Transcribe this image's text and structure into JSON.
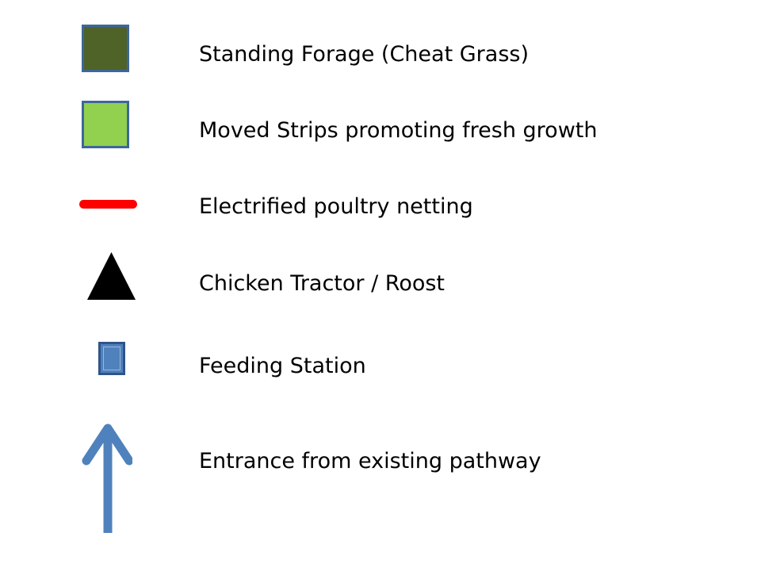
{
  "legend": {
    "items": [
      {
        "label": "Standing Forage (Cheat Grass)",
        "icon": "dark-green-square-icon",
        "color": "#4f6228"
      },
      {
        "label": "Moved Strips promoting fresh growth",
        "icon": "light-green-square-icon",
        "color": "#92d050"
      },
      {
        "label": "Electrified poultry netting",
        "icon": "red-line-icon",
        "color": "#ff0000"
      },
      {
        "label": "Chicken Tractor / Roost",
        "icon": "black-triangle-icon",
        "color": "#000000"
      },
      {
        "label": "Feeding Station",
        "icon": "blue-small-square-icon",
        "color": "#4f81bd"
      },
      {
        "label": "Entrance from existing pathway",
        "icon": "blue-up-arrow-icon",
        "color": "#4f81bd"
      }
    ]
  }
}
